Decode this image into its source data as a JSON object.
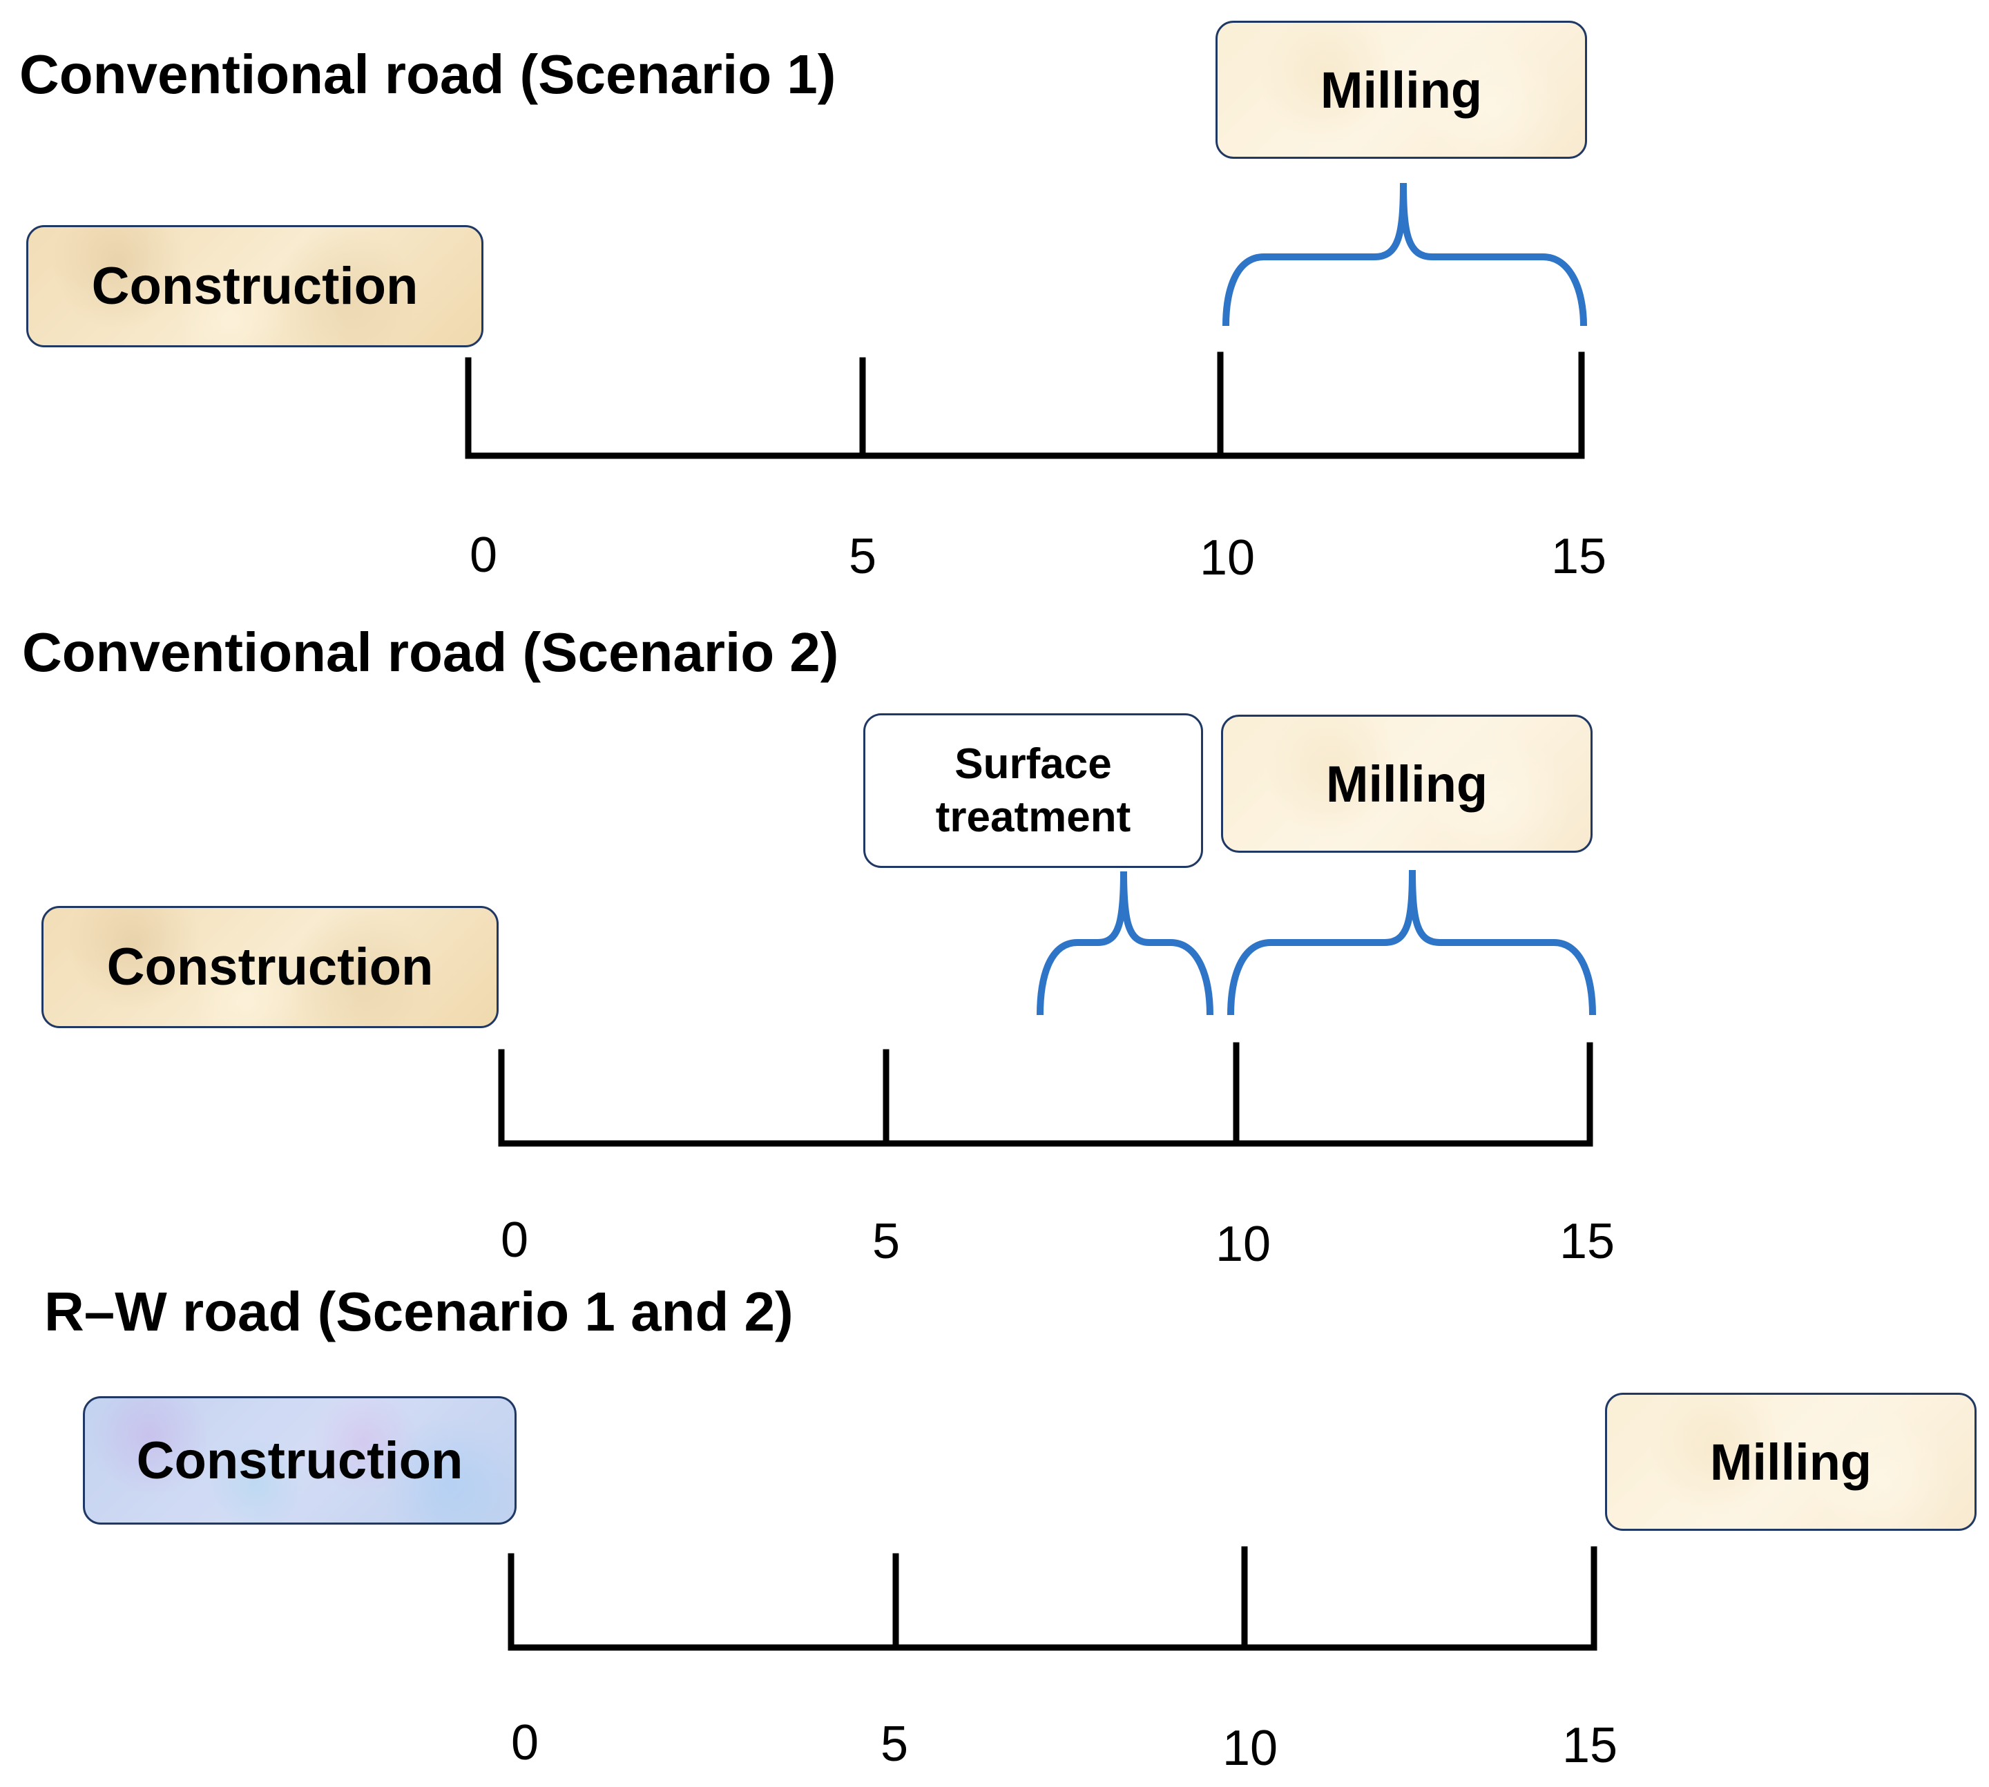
{
  "scenarios": [
    {
      "title": "Conventional road (Scenario 1)",
      "construction": "Construction",
      "ticks": [
        "0",
        "5",
        "10",
        "15"
      ],
      "events": [
        {
          "label": "Milling",
          "from": 10,
          "to": 15
        }
      ]
    },
    {
      "title": "Conventional road (Scenario 2)",
      "construction": "Construction",
      "ticks": [
        "0",
        "5",
        "10",
        "15"
      ],
      "events": [
        {
          "label_line1": "Surface",
          "label_line2": "treatment",
          "from": 7,
          "to": 10
        },
        {
          "label": "Milling",
          "from": 10,
          "to": 15
        }
      ]
    },
    {
      "title": "R–W road (Scenario 1 and 2)",
      "construction": "Construction",
      "ticks": [
        "0",
        "5",
        "10",
        "15"
      ],
      "events": [
        {
          "label": "Milling",
          "at": 15
        }
      ]
    }
  ],
  "colors": {
    "brace": "#2e75c8",
    "axis": "#000000",
    "box_border": "#1f3864",
    "conventional_construction": "#f6e6c5",
    "rw_construction": "#c9d9f3",
    "milling": "#fbf1dc"
  }
}
